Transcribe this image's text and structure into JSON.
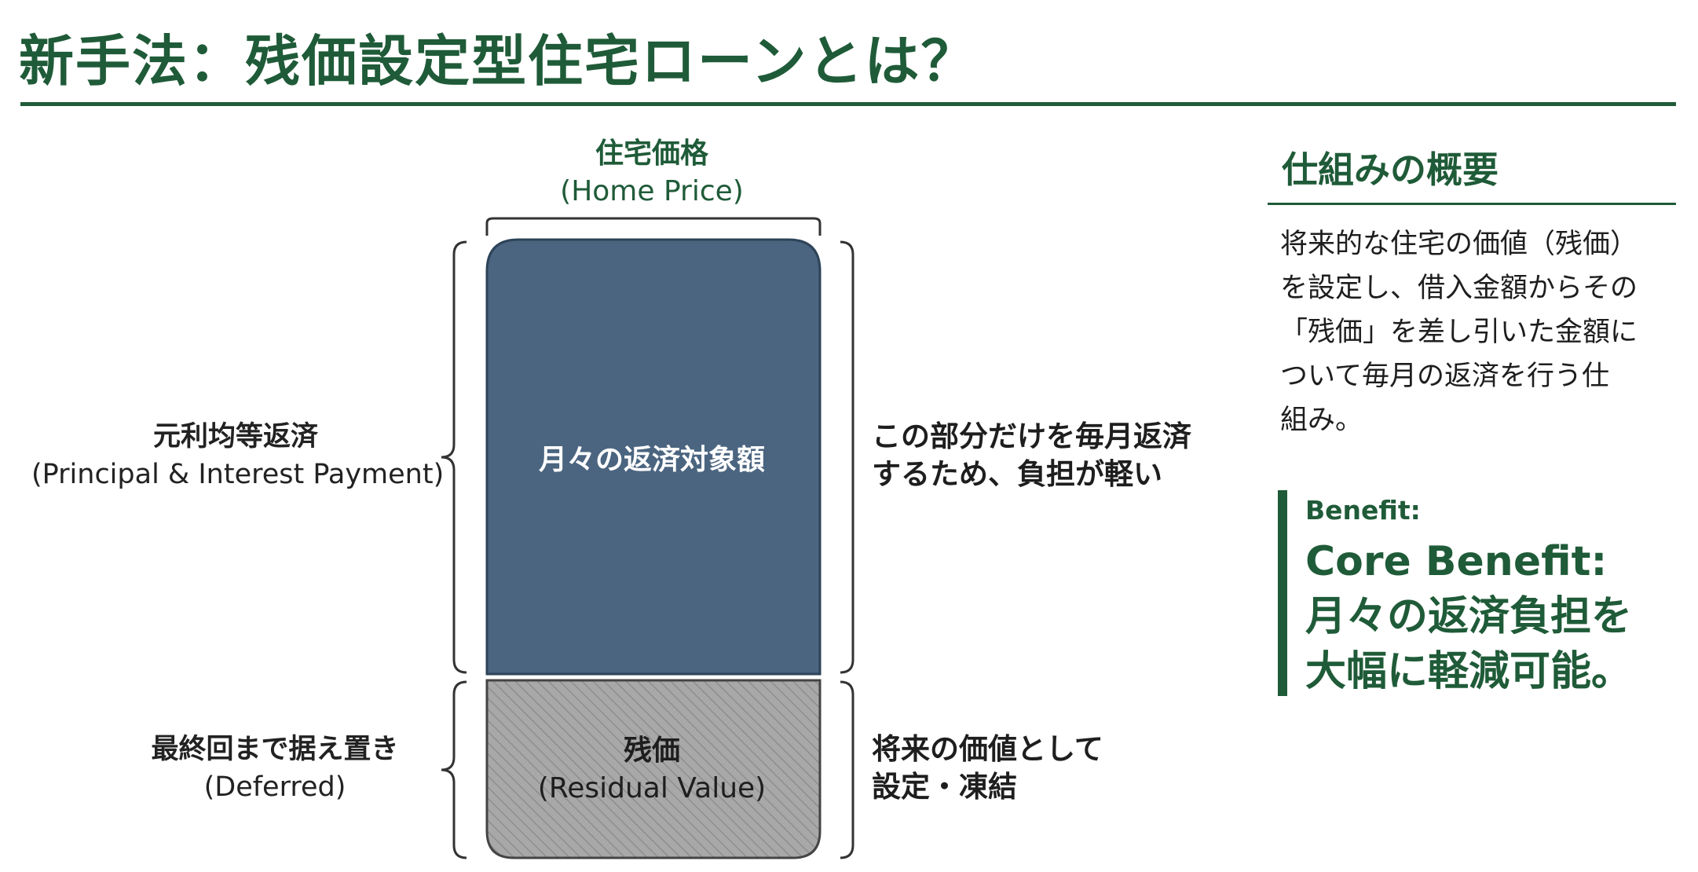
{
  "title": "新手法：残価設定型住宅ローンとは？",
  "diagram": {
    "home_price": {
      "jp": "住宅価格",
      "en": "(Home Price)"
    },
    "monthly_block": {
      "label": "月々の返済対象額"
    },
    "residual_block": {
      "jp": "残価",
      "en": "(Residual Value)"
    },
    "left_labels": {
      "principal": {
        "jp": "元利均等返済",
        "en": "(Principal & Interest Payment)"
      },
      "deferred": {
        "jp": "最終回まで据え置き",
        "en": "(Deferred)"
      }
    },
    "right_labels": {
      "monthly": [
        "この部分だけを毎月返済",
        "するため、負担が軽い"
      ],
      "residual": [
        "将来の価値として",
        "設定・凍結"
      ]
    },
    "colors": {
      "monthly_block": "#4b6580",
      "residual_block": "#a3a3a3",
      "accent": "#1f5b38"
    }
  },
  "sidebar": {
    "heading": "仕組みの概要",
    "description": [
      "将来的な住宅の価値（残価）",
      "を設定し、借入金額からその",
      "「残価」を差し引いた金額に",
      "ついて毎月の返済を行う仕",
      "組み。"
    ],
    "benefit_label": "Benefit:",
    "benefit_lines": [
      "Core Benefit:",
      "月々の返済負担を",
      "大幅に軽減可能。"
    ]
  }
}
